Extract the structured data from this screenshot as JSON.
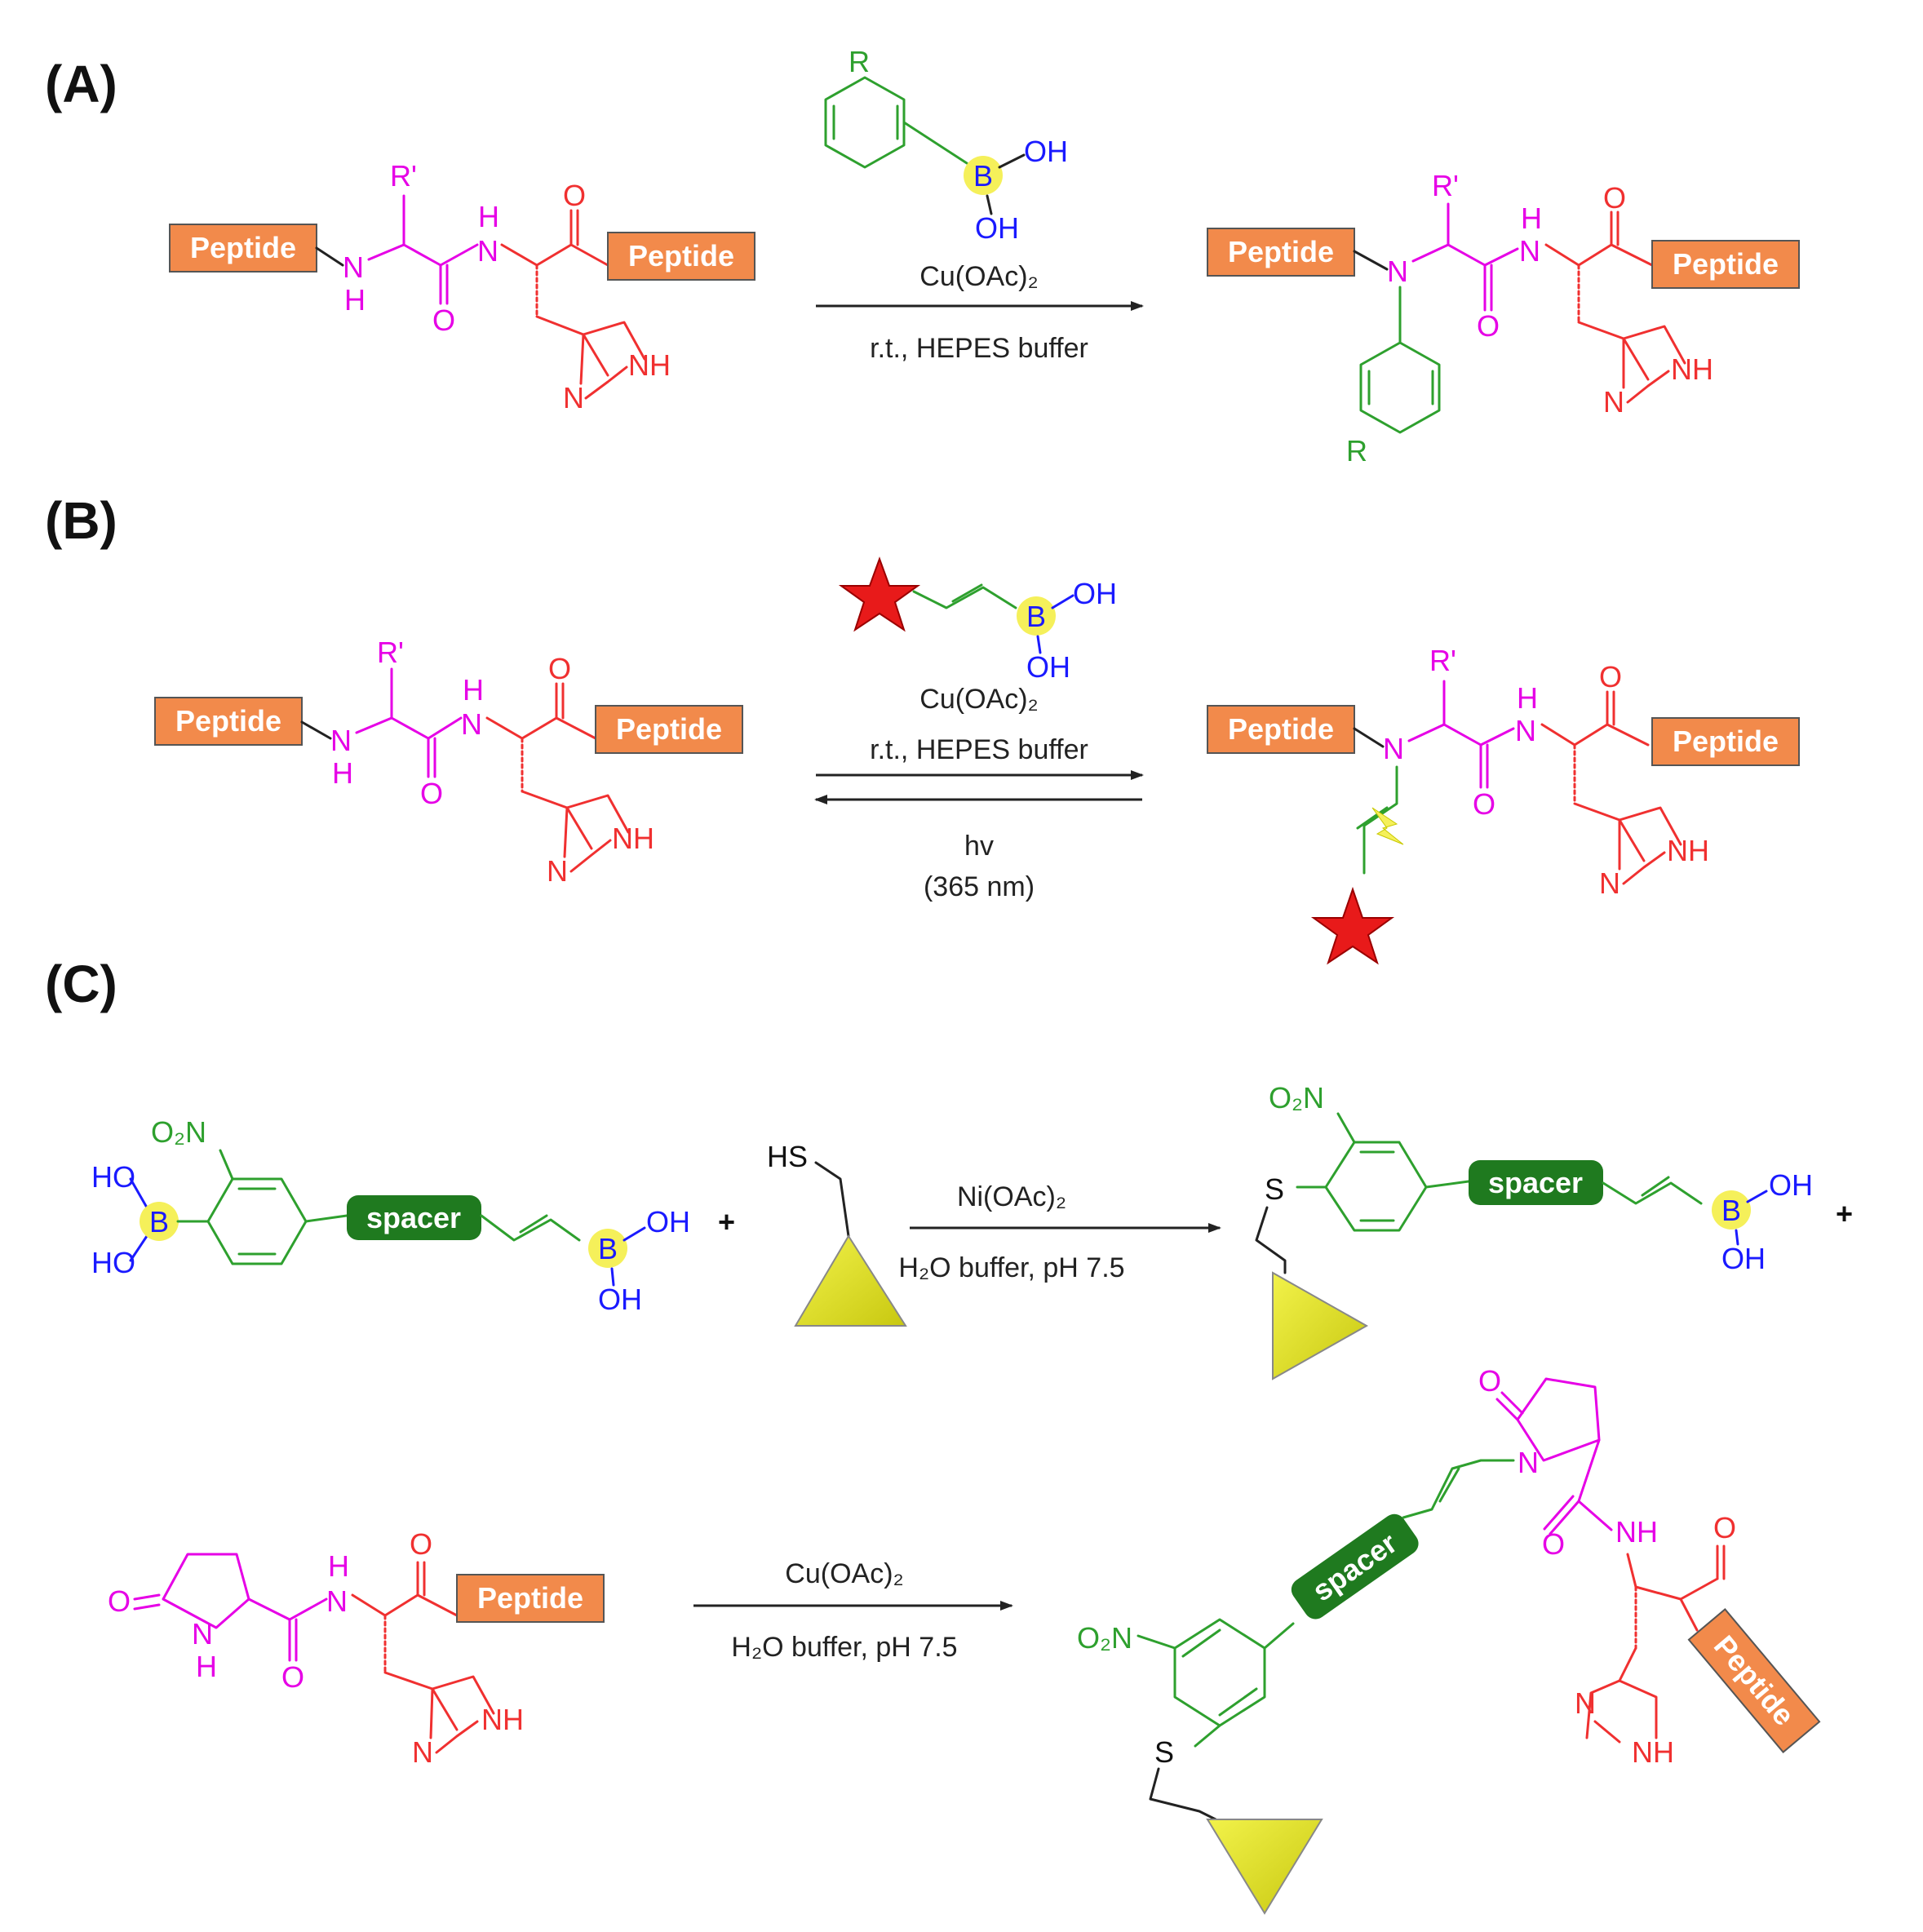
{
  "panels": {
    "a_label": "(A)",
    "b_label": "(B)",
    "c_label": "(C)"
  },
  "tags": {
    "peptide": "Peptide",
    "spacer": "spacer"
  },
  "atoms": {
    "r": "R",
    "r_prime": "R'",
    "n": "N",
    "h": "H",
    "nh": "NH",
    "o": "O",
    "b": "B",
    "oh": "OH",
    "ho": "HO",
    "s": "S",
    "hs": "HS",
    "o2n": "O₂N",
    "plus": "+"
  },
  "conditions": {
    "cu_oac": "Cu(OAc)₂",
    "ni_oac": "Ni(OAc)₂",
    "hepes": "r.t.,  HEPES buffer",
    "hv": "hv",
    "wavelength": "(365 nm)",
    "h2o_buffer": "H₂O buffer, pH 7.5"
  },
  "colors": {
    "peptide_fill": "#f28a4b",
    "peptide_stroke": "#555555",
    "spacer_fill": "#1f7a1f",
    "boron_highlight": "#f5f05a",
    "backbone": "#e600e6",
    "histidine": "#f03030",
    "aryl": "#2ea02e",
    "boron_text": "#1a1aff",
    "star": "#e81a1a",
    "triangle": "#d8d820"
  }
}
